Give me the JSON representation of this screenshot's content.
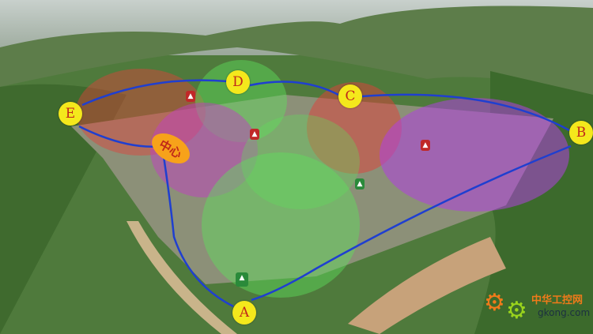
{
  "nodes": {
    "A": "A",
    "B": "B",
    "C": "C",
    "D": "D",
    "E": "E"
  },
  "center_label": "中心",
  "watermark": {
    "name": "中华工控网",
    "domain": "gkong.com"
  },
  "colors": {
    "link": "#1f3fd0",
    "node_fill": "#f4e81c",
    "node_text": "#c0281a",
    "zone_red": "#e0403a",
    "zone_green": "#5ee05a",
    "zone_purple": "#b040e0"
  }
}
